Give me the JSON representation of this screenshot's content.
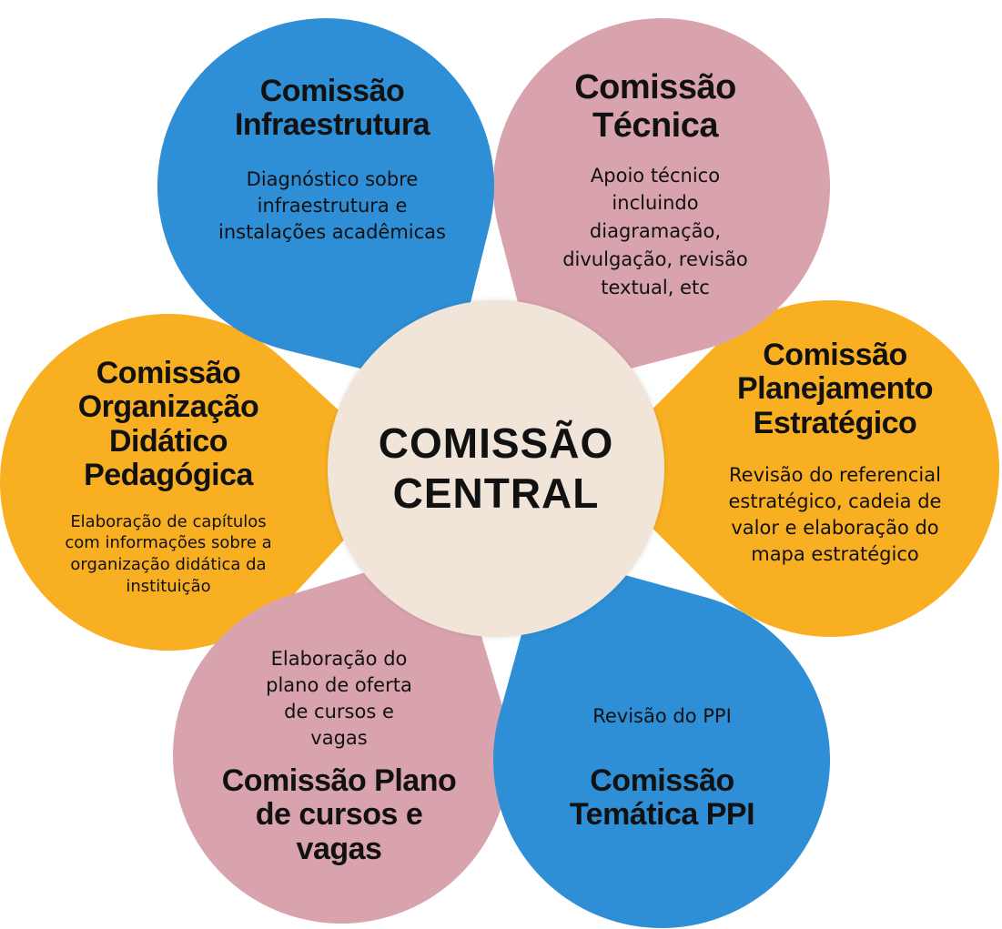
{
  "center": {
    "line1": "COMISSÃO",
    "line2": "CENTRAL"
  },
  "petals": {
    "infraestrutura": {
      "title1": "Comissão",
      "title2": "Infraestrutura",
      "desc": [
        "Diagnóstico sobre",
        "infraestrutura e",
        "instalações acadêmicas"
      ]
    },
    "tecnica": {
      "title1": "Comissão",
      "title2": "Técnica",
      "desc": [
        "Apoio técnico",
        "incluindo",
        "diagramação,",
        "divulgação, revisão",
        "textual, etc"
      ]
    },
    "planejamento": {
      "title1": "Comissão",
      "title2": "Planejamento",
      "title3": "Estratégico",
      "desc": [
        "Revisão do referencial",
        "estratégico, cadeia de",
        "valor e elaboração do",
        "mapa estratégico"
      ]
    },
    "ppi": {
      "desc": "Revisão do PPI",
      "title1": "Comissão",
      "title2": "Temática PPI"
    },
    "cursos": {
      "desc": [
        "Elaboração do",
        "plano de oferta",
        "de cursos e",
        "vagas"
      ],
      "title1": "Comissão Plano",
      "title2": "de cursos e",
      "title3": "vagas"
    },
    "didatico": {
      "title1": "Comissão",
      "title2": "Organização",
      "title3": "Didático",
      "title4": "Pedagógica",
      "desc": [
        "Elaboração de capítulos",
        "com informações sobre a",
        "organização didática da",
        "instituição"
      ]
    }
  },
  "colors": {
    "blue": "#2e8fd6",
    "pink": "#d9a3ae",
    "yellow": "#f8b022",
    "center": "#f1e4d8"
  }
}
